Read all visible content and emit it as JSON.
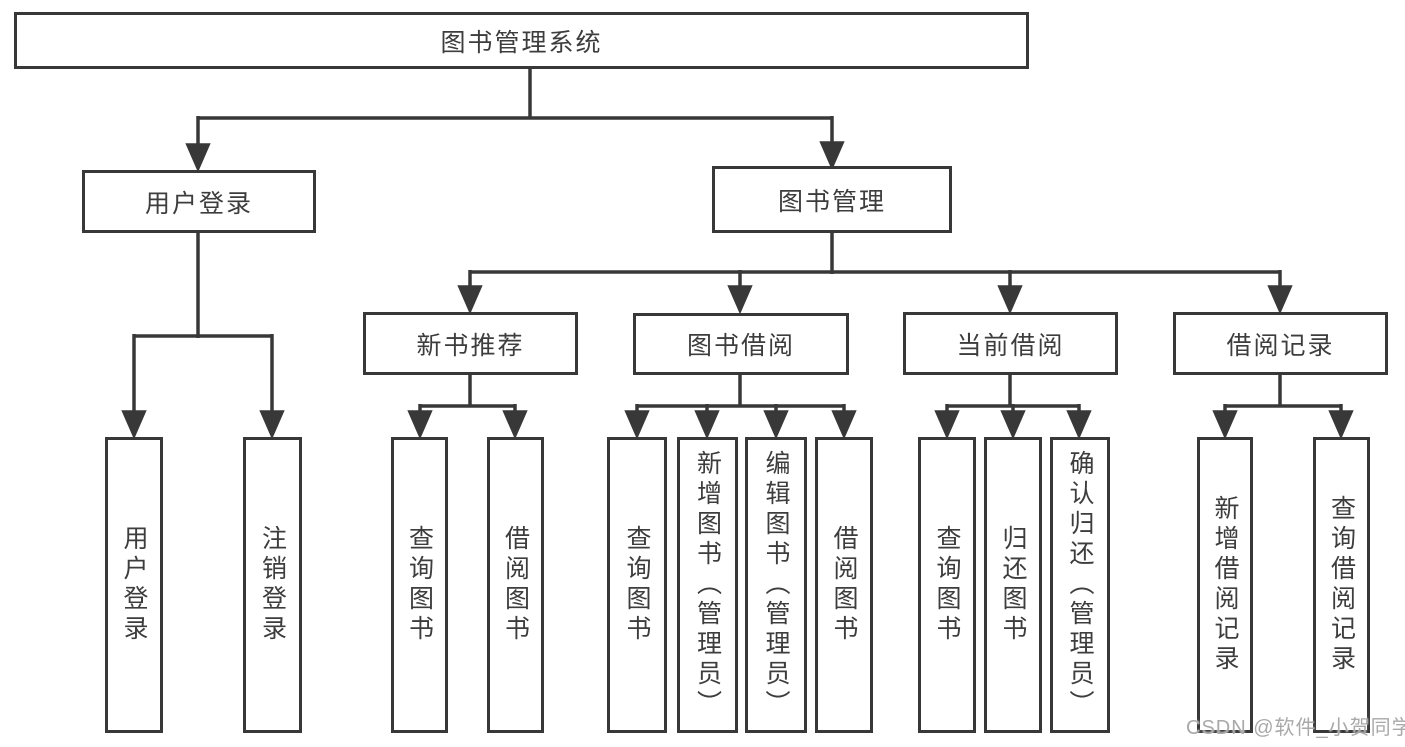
{
  "tree": {
    "root": {
      "label": "图书管理系统",
      "children": [
        {
          "label": "用户登录",
          "children": [
            {
              "label": "用户登录"
            },
            {
              "label": "注销登录"
            }
          ]
        },
        {
          "label": "图书管理",
          "children": [
            {
              "label": "新书推荐",
              "children": [
                {
                  "label": "查询图书"
                },
                {
                  "label": "借阅图书"
                }
              ]
            },
            {
              "label": "图书借阅",
              "children": [
                {
                  "label": "查询图书"
                },
                {
                  "label": "新增图书（管理员）"
                },
                {
                  "label": "编辑图书（管理员）"
                },
                {
                  "label": "借阅图书"
                }
              ]
            },
            {
              "label": "当前借阅",
              "children": [
                {
                  "label": "查询图书"
                },
                {
                  "label": "归还图书"
                },
                {
                  "label": "确认归还（管理员）"
                }
              ]
            },
            {
              "label": "借阅记录",
              "children": [
                {
                  "label": "新增借阅记录"
                },
                {
                  "label": "查询借阅记录"
                }
              ]
            }
          ]
        }
      ]
    }
  },
  "watermark": "CSDN @软件_小贺同学",
  "colors": {
    "line": "#383838",
    "text": "#3d3d3d",
    "watermark": "#a9a9a9",
    "background": "#ffffff"
  }
}
